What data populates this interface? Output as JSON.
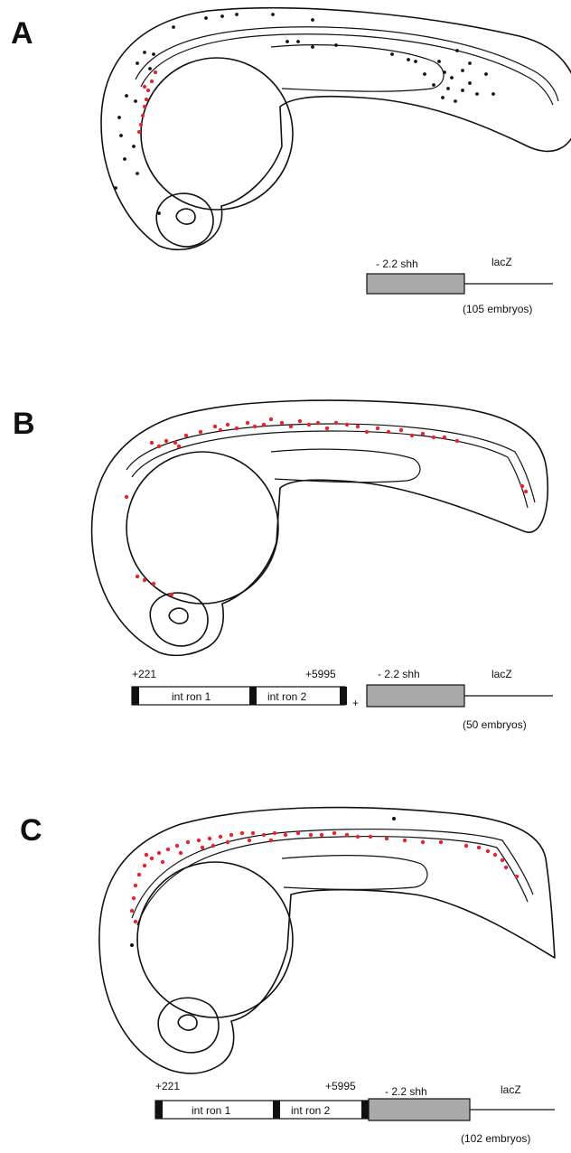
{
  "panels": [
    {
      "letter": "A",
      "construct": {
        "promoter_label": "- 2.2  shh",
        "reporter_label": "lacZ",
        "count_label": "(105  embryos)"
      }
    },
    {
      "letter": "B",
      "construct": {
        "start_label": "+221",
        "end_label": "+5995",
        "intron1_label": "int ron  1",
        "intron2_label": "int ron  2",
        "plus_label": "+",
        "promoter_label": "- 2.2  shh",
        "reporter_label": "lacZ",
        "count_label": "(50  embryos)"
      }
    },
    {
      "letter": "C",
      "construct": {
        "start_label": "+221",
        "end_label": "+5995",
        "intron1_label": "int ron  1",
        "intron2_label": "int ron  2",
        "promoter_label": "- 2.2  shh",
        "reporter_label": "lacZ",
        "count_label": "(102  embryos)"
      }
    }
  ],
  "colors": {
    "expression_dot": "#e8252a",
    "ectopic_dot": "#111111",
    "promoter_box": "#a9a9a9"
  }
}
